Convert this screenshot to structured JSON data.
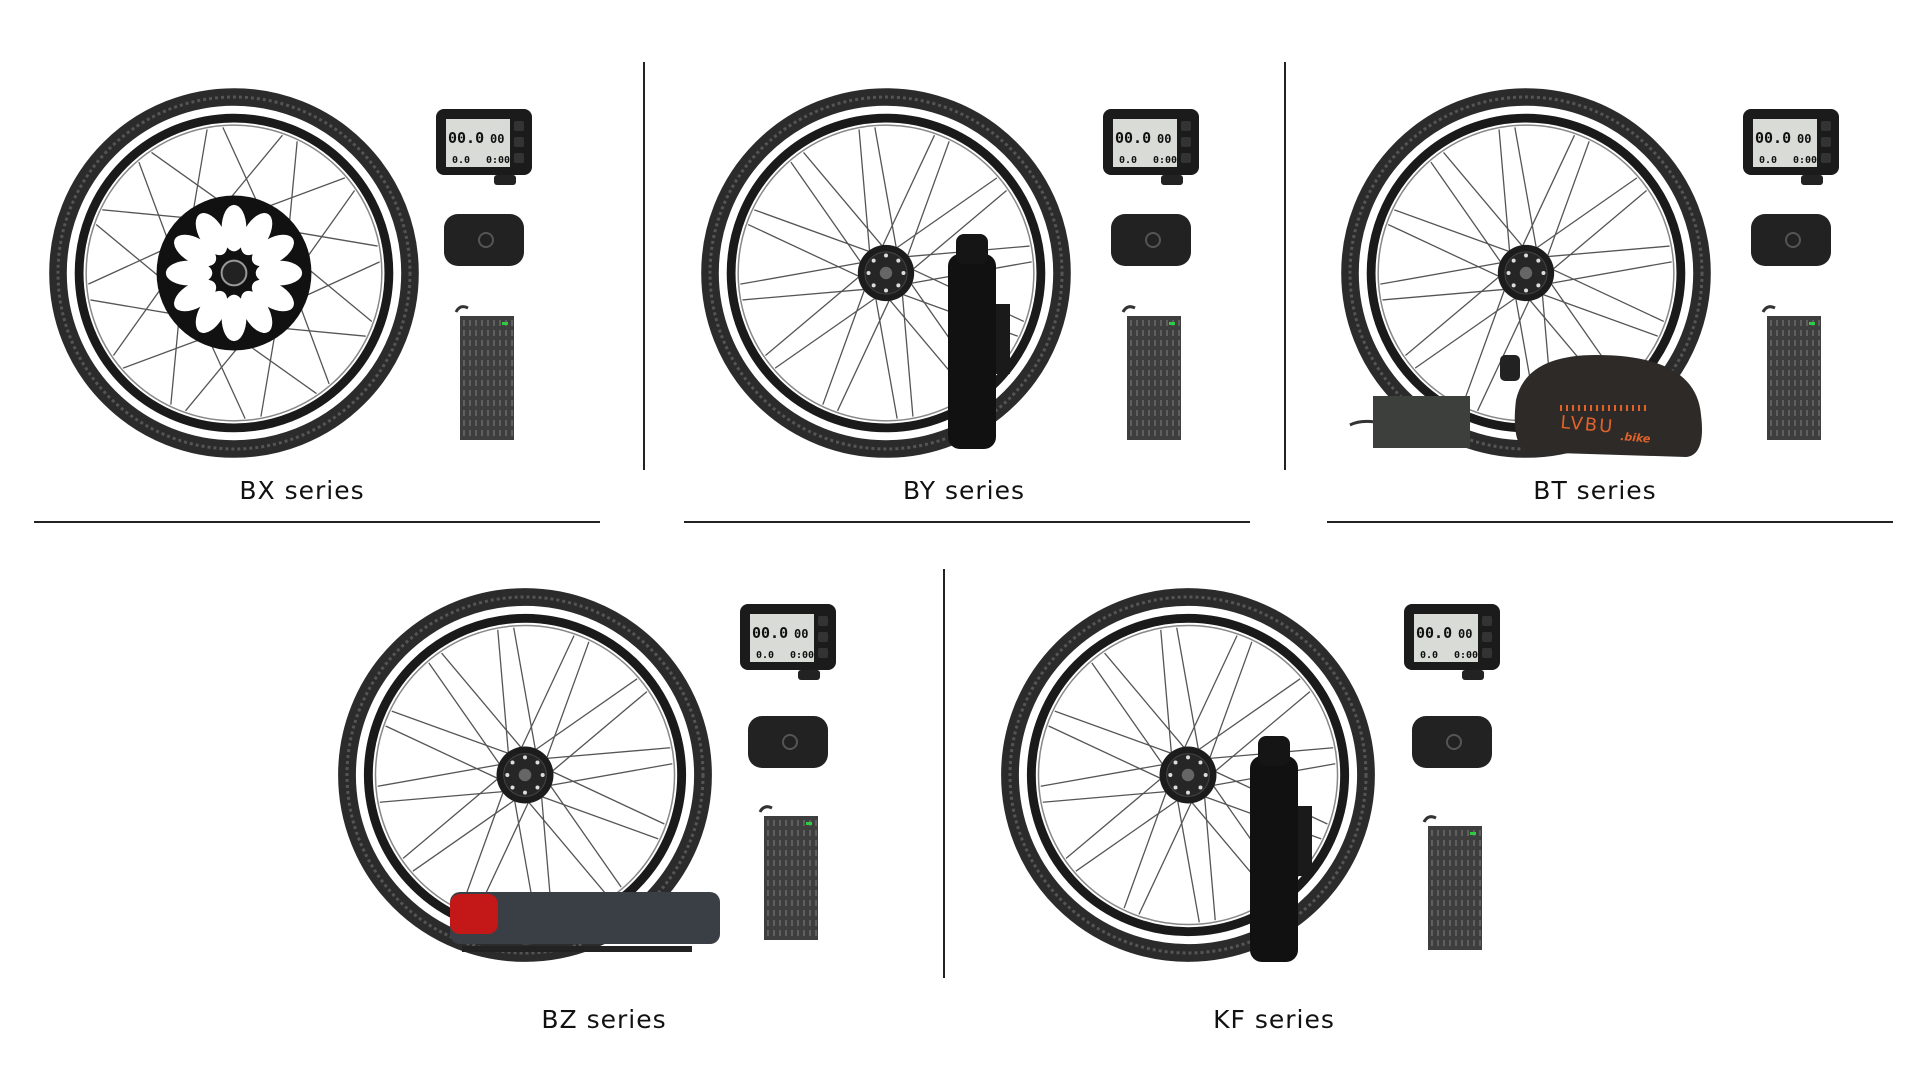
{
  "series": [
    {
      "id": "bx",
      "label": "BX series",
      "extra": "petal-hub"
    },
    {
      "id": "by",
      "label": "BY series",
      "extra": "bottle-battery"
    },
    {
      "id": "bt",
      "label": "BT series",
      "extra": "saddle-bag-battery"
    },
    {
      "id": "bz",
      "label": "BZ series",
      "extra": "rack-battery"
    },
    {
      "id": "kf",
      "label": "KF series",
      "extra": "kettle-battery"
    }
  ],
  "display_readout": {
    "speed": "00.0",
    "sub": "00",
    "trip": "0.0",
    "time": "0:00"
  },
  "bag_logo": {
    "brand": "LVBU",
    ".suffix": ".bike"
  },
  "colors": {
    "tire": "#2b2b2b",
    "accent_orange": "#e0622a",
    "taillight": "#c41818",
    "led": "#2ecc40"
  }
}
